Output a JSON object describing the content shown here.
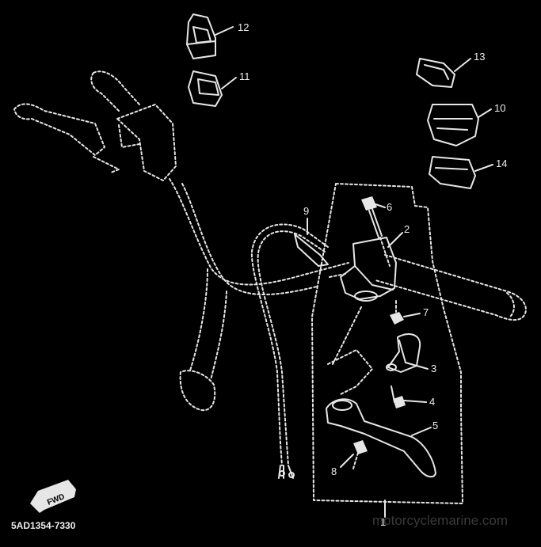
{
  "callouts": [
    "12",
    "11",
    "13",
    "10",
    "14",
    "9",
    "6",
    "2",
    "7",
    "3",
    "4",
    "5",
    "8",
    "1"
  ],
  "diagram_code": "5AD1354-7330",
  "direction_tag": "FWD",
  "watermark": "motorcyclemarine.com"
}
